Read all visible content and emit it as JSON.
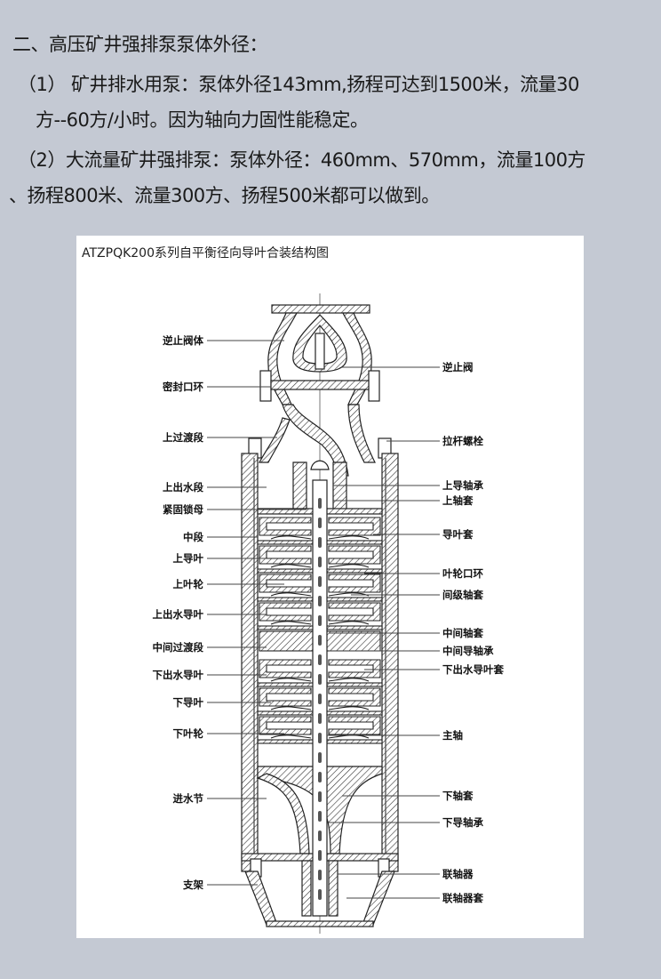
{
  "heading": "二、高压矿井强排泵泵体外径：",
  "para1": {
    "line1": "（1） 矿井排水用泵：泵体外径143mm,扬程可达到1500米，流量30",
    "line2": "方--60方/小时。因为轴向力固性能稳定。"
  },
  "para2": {
    "line1": "（2）大流量矿井强排泵：泵体外径：460mm、570mm，流量100方",
    "line2": "、扬程800米、流量300方、扬程500米都可以做到。"
  },
  "figure": {
    "title": "ATZPQK200系列自平衡径向导叶合装结构图",
    "left_labels": [
      "逆止阀体",
      "密封口环",
      "上过渡段",
      "上出水段",
      "紧固锁母",
      "中段",
      "上导叶",
      "上叶轮",
      "上出水导叶",
      "中间过渡段",
      "下出水导叶",
      "下导叶",
      "下叶轮",
      "进水节",
      "支架"
    ],
    "right_labels": [
      "逆止阀",
      "拉杆螺栓",
      "上导轴承",
      "上轴套",
      "导叶套",
      "叶轮口环",
      "间级轴套",
      "中间轴套",
      "中间导轴承",
      "下出水导叶套",
      "主轴",
      "下轴套",
      "下导轴承",
      "联轴器",
      "联轴器套"
    ]
  }
}
